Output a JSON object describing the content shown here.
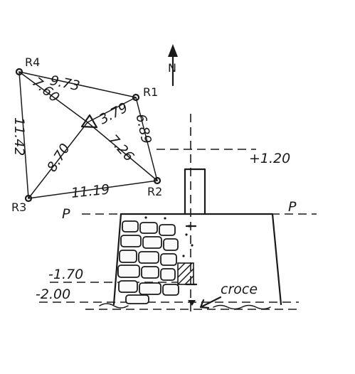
{
  "points": {
    "r1": "R1",
    "r2": "R2",
    "r3": "R3",
    "r4": "R4"
  },
  "distances": {
    "r4_r1": "9.73",
    "r4_c": "7.60",
    "r1_c": "3.79",
    "r1_r2": "6.89",
    "r2_c": "7.26",
    "r4_r3": "11.42",
    "r3_c": "8.70",
    "r3_r2": "11.19"
  },
  "north": "N",
  "section": {
    "plane_left": "P",
    "plane_right": "P",
    "level_top": "+1.20",
    "level_mid": "-1.70",
    "level_bottom": "-2.00",
    "cross_label": "croce"
  }
}
